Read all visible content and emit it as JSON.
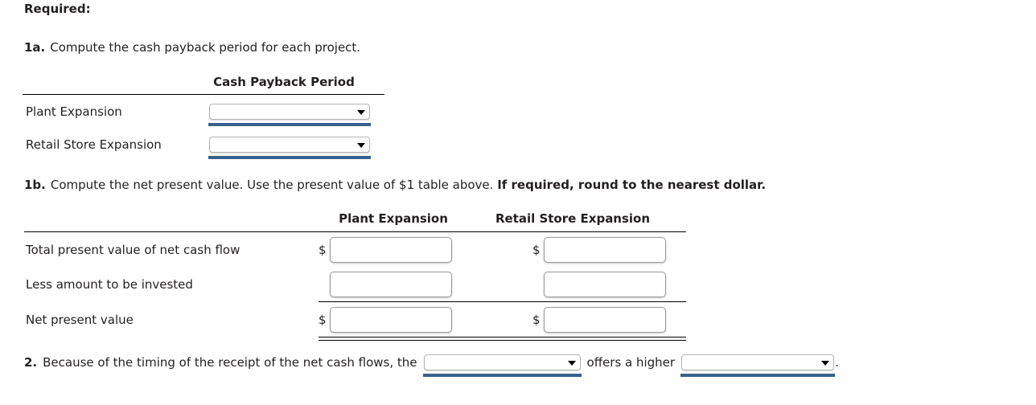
{
  "page": {
    "required_heading": "Required:",
    "accent_blue": "#36618e",
    "text_color": "#231f20",
    "background": "#ffffff"
  },
  "question_1a": {
    "number": "1a.",
    "text": "Compute the cash payback period for each project.",
    "table": {
      "column_header": "Cash Payback Period",
      "rows": [
        {
          "label": "Plant Expansion",
          "control": "dropdown",
          "value": "",
          "options": []
        },
        {
          "label": "Retail Store Expansion",
          "control": "dropdown",
          "value": "",
          "options": []
        }
      ]
    }
  },
  "question_1b": {
    "number": "1b.",
    "text": "Compute the net present value. Use the present value of $1 table above.",
    "emphasis": "If required, round to the nearest dollar.",
    "table": {
      "column_headers": [
        "Plant Expansion",
        "Retail Store Expansion"
      ],
      "rows": [
        {
          "label": "Total present value of net cash flow",
          "plant": {
            "currency": "$",
            "value": ""
          },
          "retail": {
            "currency": "$",
            "value": ""
          }
        },
        {
          "label": "Less amount to be invested",
          "plant": {
            "currency": "",
            "value": ""
          },
          "retail": {
            "currency": "",
            "value": ""
          }
        },
        {
          "label": "Net present value",
          "plant": {
            "currency": "$",
            "value": ""
          },
          "retail": {
            "currency": "$",
            "value": ""
          }
        }
      ]
    }
  },
  "question_2": {
    "number": "2.",
    "text_before": "Because of the timing of the receipt of the net cash flows, the",
    "text_middle": "offers a higher",
    "text_after": ".",
    "dropdown_1": {
      "value": "",
      "options": []
    },
    "dropdown_2": {
      "value": "",
      "options": []
    }
  }
}
